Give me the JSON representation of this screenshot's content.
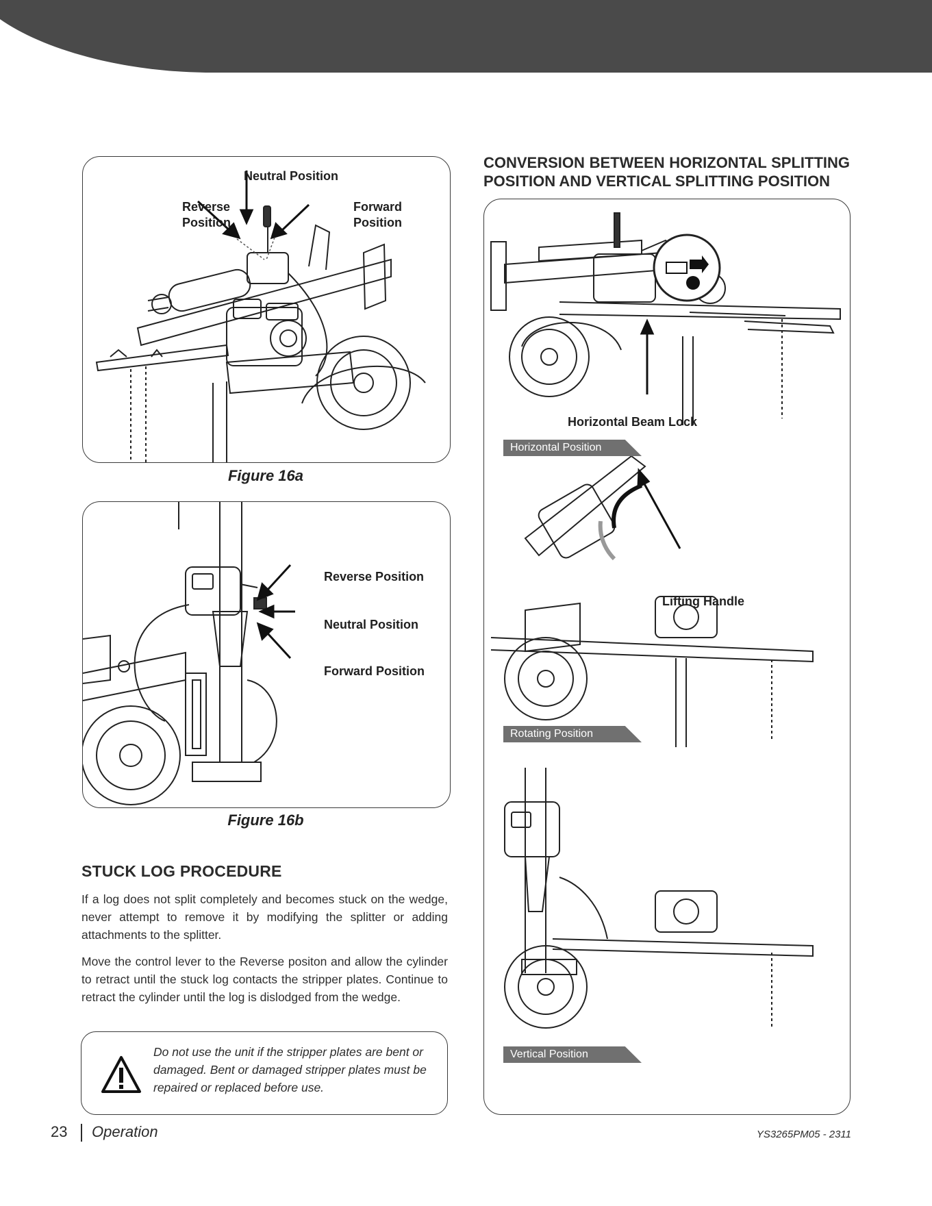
{
  "figure_16a": {
    "neutral_label": "Neutral Position",
    "reverse_label_line1": "Reverse",
    "reverse_label_line2": "Position",
    "forward_label_line1": "Forward",
    "forward_label_line2": "Position",
    "caption": "Figure 16a"
  },
  "figure_16b": {
    "reverse_label": "Reverse Position",
    "neutral_label": "Neutral Position",
    "forward_label": "Forward Position",
    "caption": "Figure 16b"
  },
  "stuck_log": {
    "heading": "STUCK LOG PROCEDURE",
    "paragraph_1": "If a log does not split completely and becomes stuck on the wedge, never attempt to remove it by modifying the splitter or adding attachments to the splitter.",
    "paragraph_2": "Move the control lever to the Reverse positon and allow the cylinder to retract until the stuck log contacts the stripper plates. Continue to retract the cylinder until the log is dislodged from the wedge.",
    "warning": "Do not use the unit if the stripper plates are bent or damaged. Bent or damaged stripper plates must be repaired or replaced before use."
  },
  "conversion": {
    "heading_line1": "CONVERSION BETWEEN HORIZONTAL SPLITTING",
    "heading_line2": "POSITION AND VERTICAL SPLITTING POSITION",
    "beam_lock_label": "Horizontal Beam Lock",
    "horizontal_banner": "Horizontal Position",
    "lifting_handle_label": "Lifting Handle",
    "rotating_banner": "Rotating Position",
    "vertical_banner": "Vertical Position"
  },
  "footer": {
    "page_number": "23",
    "section": "Operation",
    "model": "YS3265PM05 - 2311"
  },
  "colors": {
    "header_band": "#4a4a4a",
    "banner_gray": "#707070",
    "text": "#2a2a2a"
  }
}
